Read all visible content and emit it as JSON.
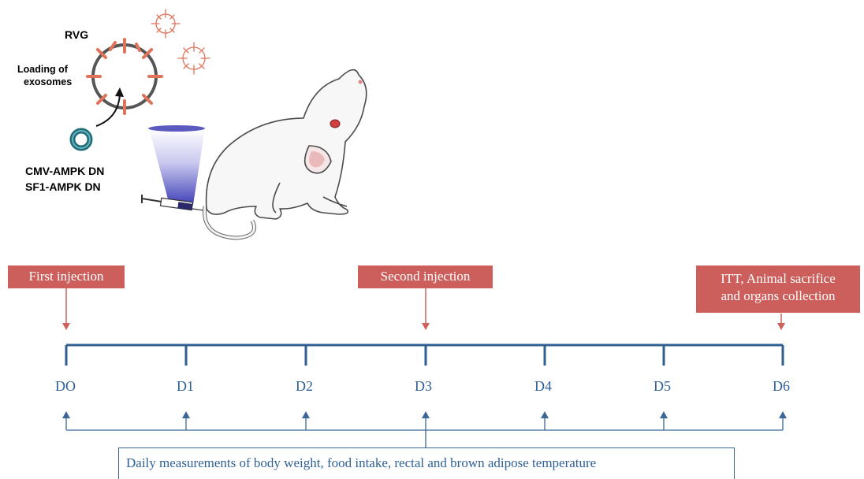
{
  "illustration": {
    "rvg_label": "RVG",
    "loading_label_line1": "Loading of",
    "loading_label_line2": "exosomes",
    "construct_line1": "CMV-AMPK DN",
    "construct_line2": "SF1-AMPK DN"
  },
  "events": [
    {
      "label": "First injection"
    },
    {
      "label": "Second injection"
    },
    {
      "label_line1": "ITT, Animal sacrifice",
      "label_line2": "and organs collection"
    }
  ],
  "timeline": {
    "days": [
      "DO",
      "D1",
      "D2",
      "D3",
      "D4",
      "D5",
      "D6"
    ]
  },
  "measurement_note": "Daily measurements of body weight, food intake, rectal and brown adipose temperature",
  "colors": {
    "event_box": "#cc5f5c",
    "event_arrow": "#d0605c",
    "timeline": "#2f5e8f",
    "day_text": "#2e5f97",
    "exosome_spike": "#e0735a"
  }
}
